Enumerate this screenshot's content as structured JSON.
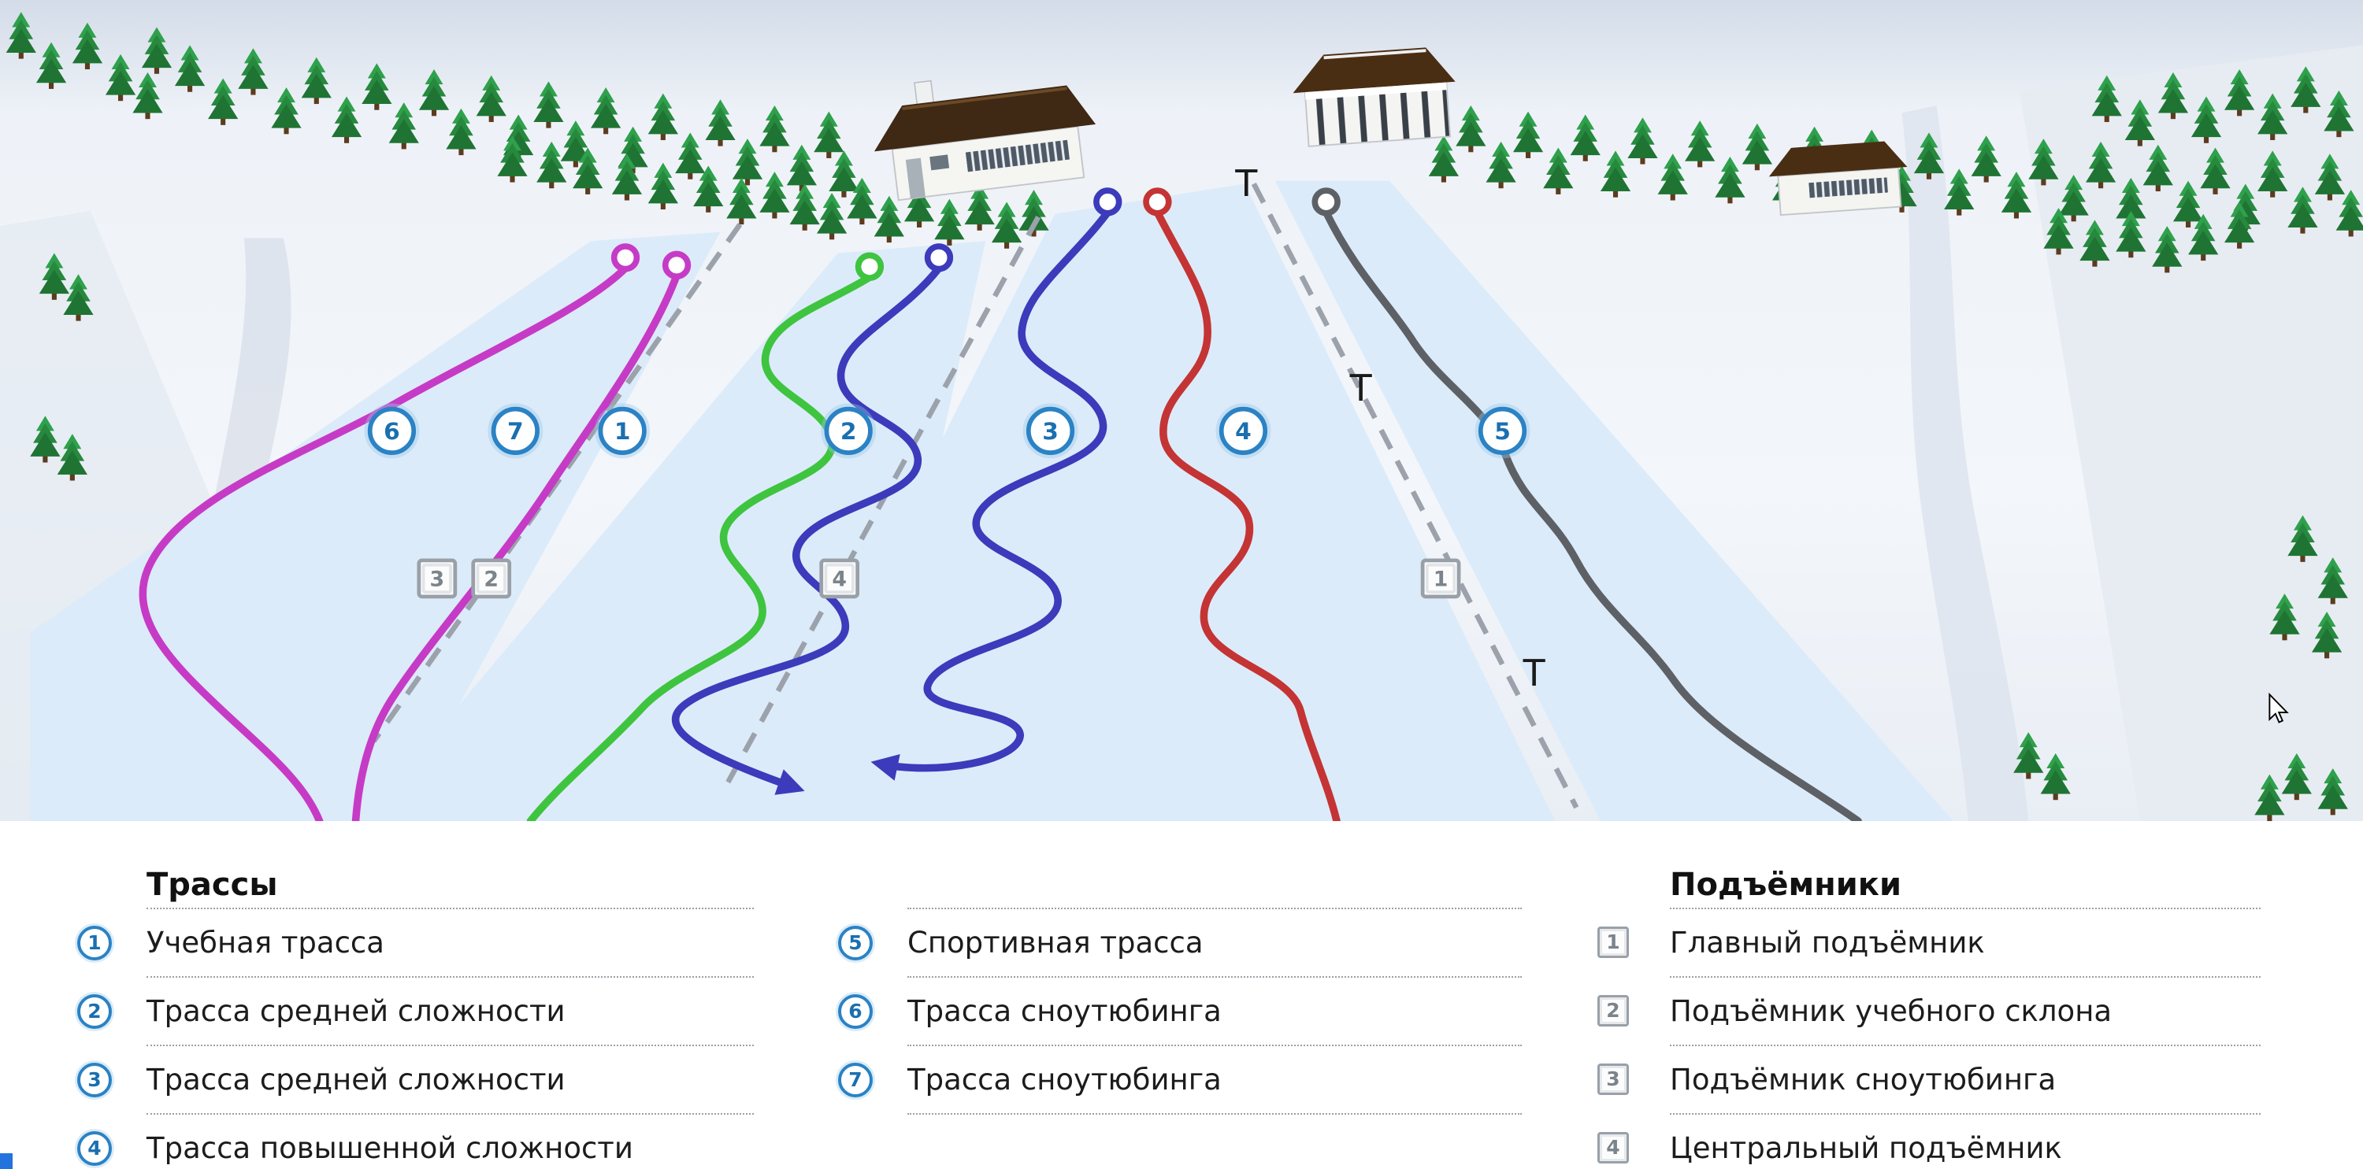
{
  "map": {
    "t_symbol": "T",
    "trail_markers": [
      {
        "num": "6"
      },
      {
        "num": "7"
      },
      {
        "num": "1"
      },
      {
        "num": "2"
      },
      {
        "num": "3"
      },
      {
        "num": "4"
      },
      {
        "num": "5"
      }
    ],
    "lift_markers": [
      {
        "num": "3"
      },
      {
        "num": "2"
      },
      {
        "num": "4"
      },
      {
        "num": "1"
      }
    ],
    "colors": {
      "trail_training_green": "#3fc43f",
      "trail_medium_blue": "#3b3bbb",
      "trail_hard_red": "#c43434",
      "trail_sport_gray": "#5d6166",
      "trail_tubing_magenta": "#c63bc6",
      "lift_line_gray": "#9ba2ab",
      "badge_blue_border": "#2b82c4",
      "badge_blue_text": "#1a6fb0",
      "piste_blue": "#dcebf9",
      "snow_white": "#f2f5fa"
    }
  },
  "legend": {
    "trails_title": "Трассы",
    "lifts_title": "Подъёмники",
    "trails": [
      {
        "num": "1",
        "label": "Учебная трасса"
      },
      {
        "num": "2",
        "label": "Трасса средней сложности"
      },
      {
        "num": "3",
        "label": "Трасса средней сложности"
      },
      {
        "num": "4",
        "label": "Трасса повышенной сложности"
      },
      {
        "num": "5",
        "label": "Спортивная трасса"
      },
      {
        "num": "6",
        "label": "Трасса сноутюбинга"
      },
      {
        "num": "7",
        "label": "Трасса сноутюбинга"
      }
    ],
    "lifts": [
      {
        "num": "1",
        "label": "Главный подъёмник"
      },
      {
        "num": "2",
        "label": "Подъёмник учебного склона"
      },
      {
        "num": "3",
        "label": "Подъёмник сноутюбинга"
      },
      {
        "num": "4",
        "label": "Центральный подъёмник"
      }
    ]
  }
}
